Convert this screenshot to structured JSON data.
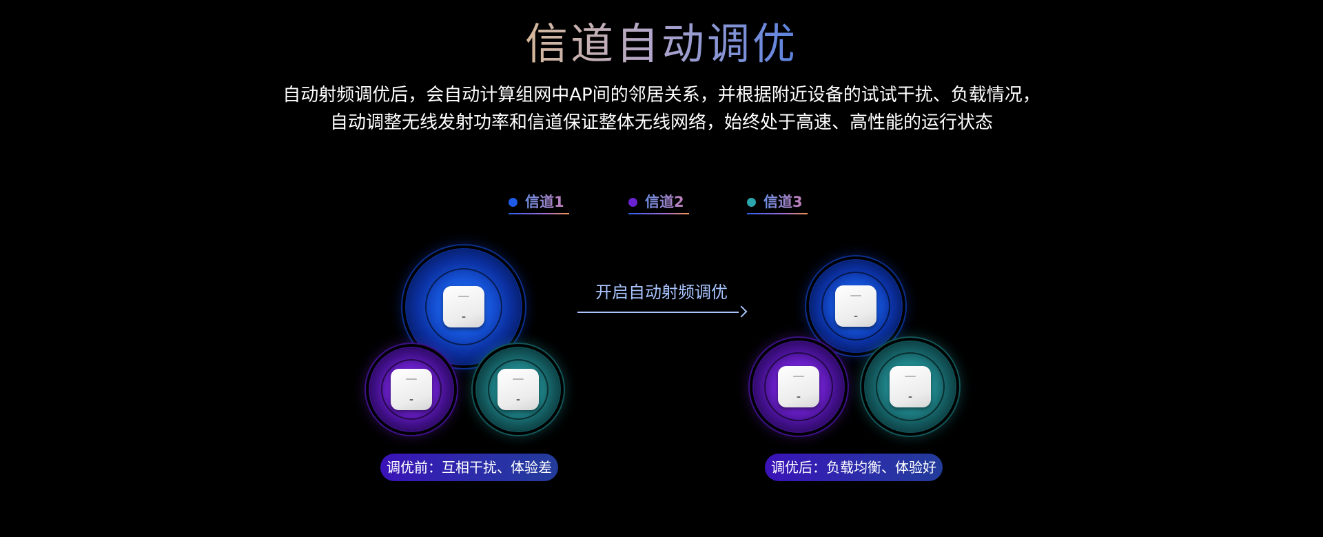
{
  "title": "信道自动调优",
  "description": {
    "line1": "自动射频调优后，会自动计算组网中AP间的邻居关系，并根据附近设备的试试干扰、负载情况，",
    "line2": "自动调整无线发射功率和信道保证整体无线网络，始终处于高速、高性能的运行状态"
  },
  "legend": [
    {
      "label": "信道1",
      "color": "#1f5be8"
    },
    {
      "label": "信道2",
      "color": "#6a22d0"
    },
    {
      "label": "信道3",
      "color": "#2ba6ad"
    }
  ],
  "arrow": {
    "label": "开启自动射频调优"
  },
  "before": {
    "caption": "调优前：互相干扰、体验差"
  },
  "after": {
    "caption": "调优后：负载均衡、体验好"
  },
  "icons": {
    "access_point": "ceiling-access-point-icon",
    "arrow": "arrow-right-icon"
  }
}
